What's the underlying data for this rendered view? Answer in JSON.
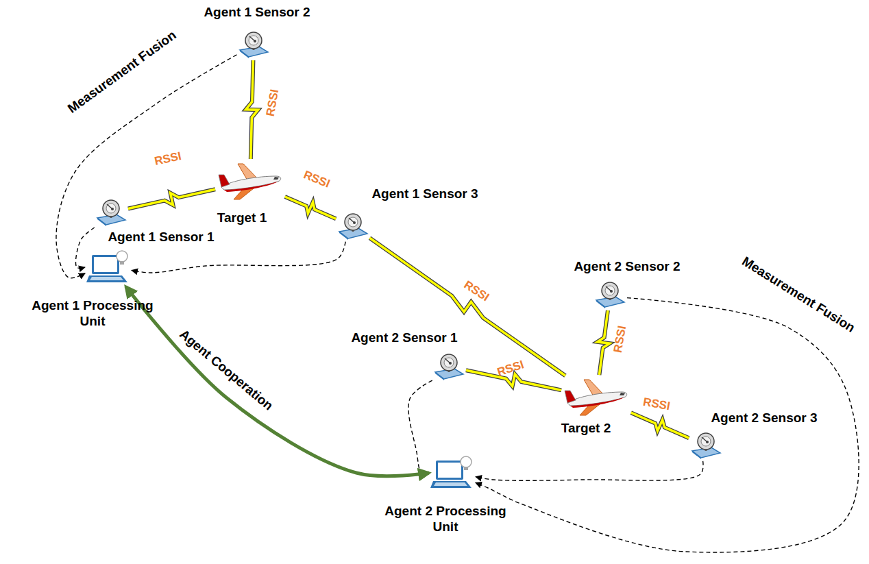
{
  "diagram": {
    "nodes": [
      {
        "text": [
          "Agent 1 Sensor 2"
        ]
      },
      {
        "text": [
          "Target 1"
        ]
      },
      {
        "text": [
          "Agent 1 Sensor 3"
        ]
      },
      {
        "text": [
          "Agent 1 Sensor 1"
        ]
      },
      {
        "text": [
          "Agent 1 Processing Unit"
        ]
      },
      {
        "text": [
          "Agent 2 Sensor 2"
        ]
      },
      {
        "text": [
          "Agent 2 Sensor 1"
        ]
      },
      {
        "text": [
          "Target 2"
        ]
      },
      {
        "text": [
          "Agent 2 Sensor 3"
        ]
      },
      {
        "text": [
          "Agent 2 Processing Unit"
        ]
      }
    ],
    "edges": [
      {
        "from": 1,
        "to": 0,
        "label": "RSSI",
        "arrow": "none"
      },
      {
        "from": 1,
        "to": 3,
        "label": "RSSI",
        "arrow": "none"
      },
      {
        "from": 1,
        "to": 2,
        "label": "RSSI",
        "arrow": "none"
      },
      {
        "from": 2,
        "to": 7,
        "label": "RSSI",
        "arrow": "none"
      },
      {
        "from": 7,
        "to": 5,
        "label": "RSSI",
        "arrow": "none"
      },
      {
        "from": 7,
        "to": 6,
        "label": "RSSI",
        "arrow": "none"
      },
      {
        "from": 7,
        "to": 8,
        "label": "RSSI",
        "arrow": "none"
      },
      {
        "from": 0,
        "to": 4,
        "arrow": "to"
      },
      {
        "from": 3,
        "to": 4,
        "arrow": "to"
      },
      {
        "from": 2,
        "to": 4,
        "arrow": "to"
      },
      {
        "from": 5,
        "to": 9,
        "arrow": "to"
      },
      {
        "from": 6,
        "to": 9,
        "arrow": "to"
      },
      {
        "from": 8,
        "to": 9,
        "arrow": "to"
      },
      {
        "from": 4,
        "to": 9,
        "label": "Agent Cooperation",
        "arrow": "both"
      }
    ],
    "labels": [
      "Measurement Fusion",
      "Measurement Fusion"
    ]
  }
}
